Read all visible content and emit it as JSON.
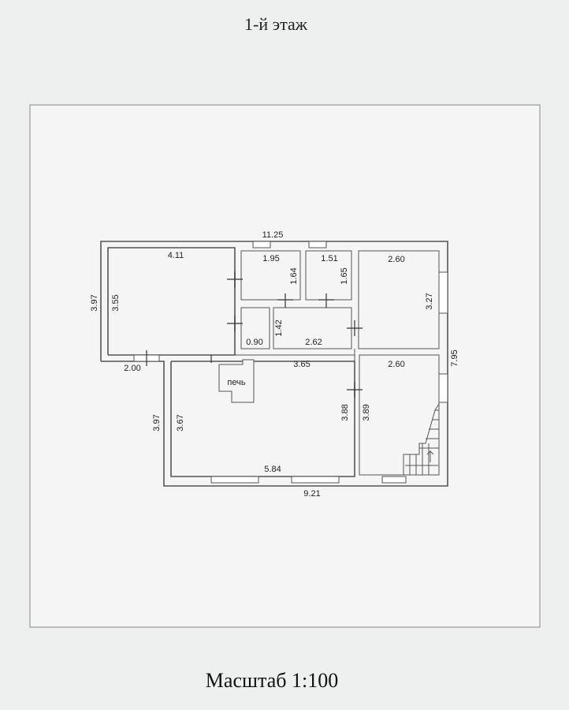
{
  "title": "1-й этаж",
  "scale": "Масштаб 1:100",
  "stove_label": "печь",
  "dimensions": {
    "overall_width_top": "11.25",
    "overall_width_bottom": "9.21",
    "overall_height_right": "7.95",
    "left_block_height_outer": "3.97",
    "left_block_height_inner": "3.55",
    "left_block_width": "4.11",
    "left_block_bottom": "2.00",
    "room_a_width": "1.95",
    "room_a_height": "1.64",
    "room_b_width": "1.51",
    "room_b_height": "1.65",
    "room_c_width": "2.60",
    "room_c_height": "3.27",
    "closet_width": "0.90",
    "hall_height": "1.42",
    "hall_width": "2.62",
    "living_width_top": "3.65",
    "living_width_bottom": "5.84",
    "living_height_outer": "3.97",
    "living_height_inner": "3.67",
    "living_height_right": "3.88",
    "room_d_width": "2.60",
    "room_d_height": "3.89"
  }
}
